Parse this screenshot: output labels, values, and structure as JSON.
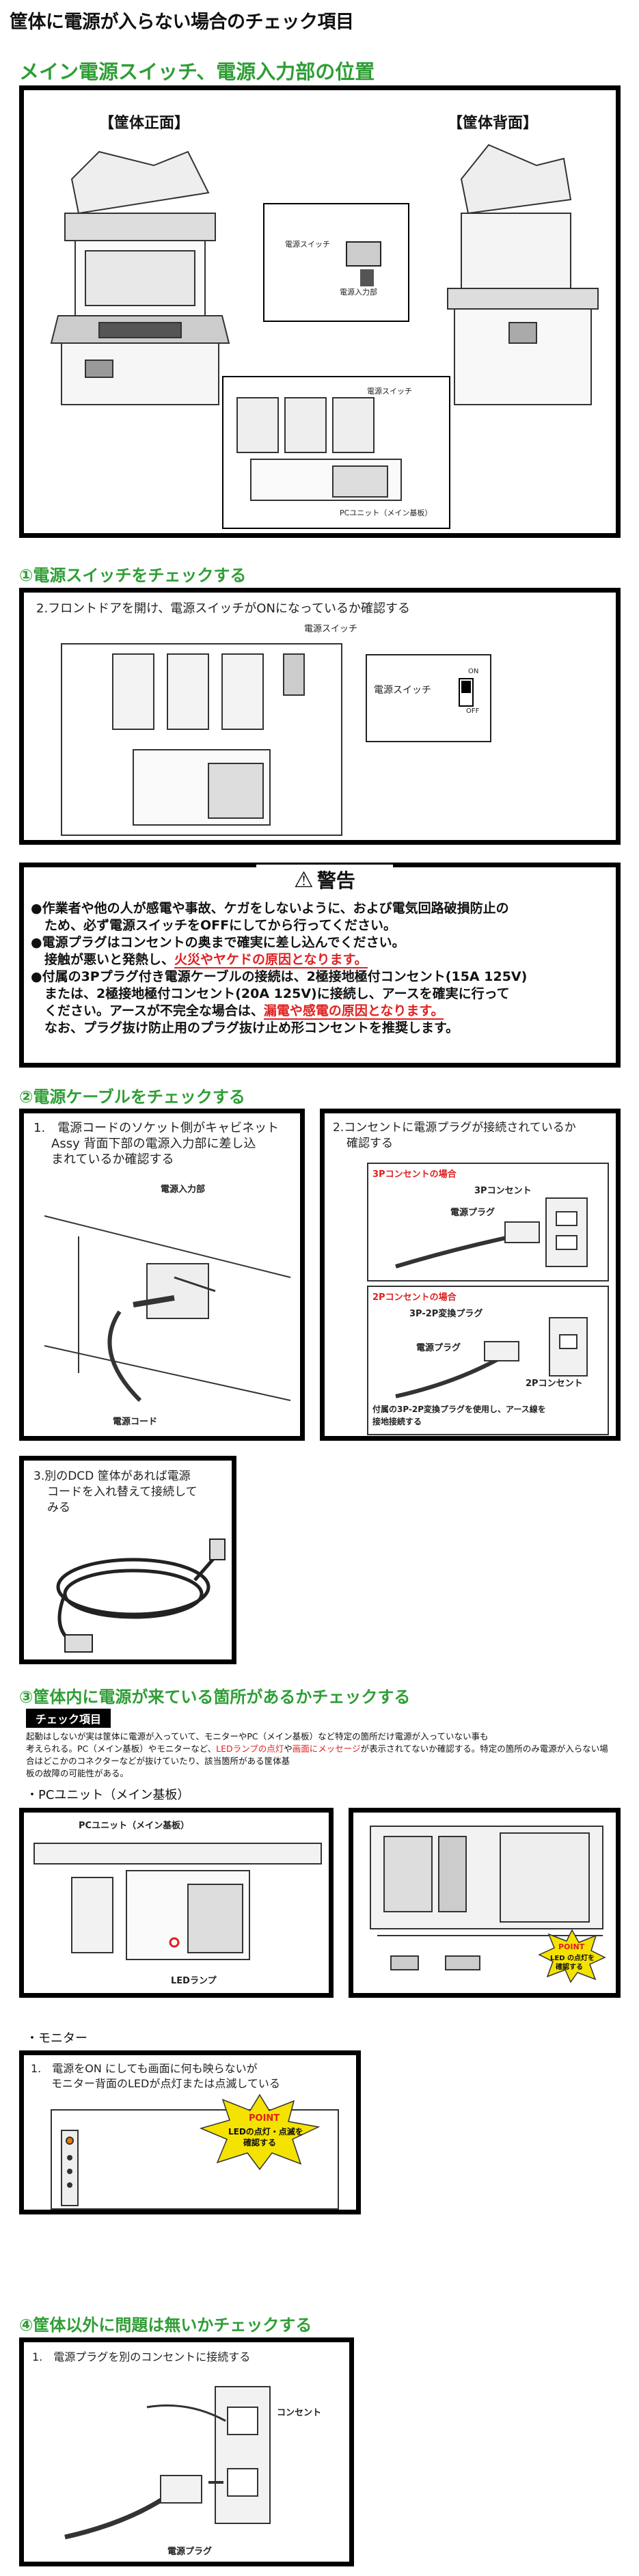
{
  "page_title": "筐体に電源が入らない場合のチェック項目",
  "location_section": {
    "title": "メイン電源スイッチ、電源入力部の位置",
    "front_label": "【筐体正面】",
    "back_label": "【筐体背面】",
    "callouts": {
      "main_switch": "電源スイッチ",
      "power_input": "電源入力部",
      "pc_unit": "PCユニット（メイン基板）"
    }
  },
  "step1": {
    "heading": "①電源スイッチをチェックする",
    "text": "2.フロントドアを開け、電源スイッチがONになっているか確認する",
    "switch_label": "電源スイッチ",
    "switch_label_detail": "電源スイッチ",
    "on": "ON",
    "off": "OFF"
  },
  "warning": {
    "title": "警告",
    "l1": "●作業者や他の人が感電や事故、ケガをしないように、および電気回路破損防止の",
    "l2": "ため、必ず電源スイッチをOFFにしてから行ってください。",
    "l3": "●電源プラグはコンセントの奥まで確実に差し込んでください。",
    "l4a": "接触が悪いと発熱し、",
    "l4b": "火災やヤケドの原因となります。",
    "l5": "●付属の3Pプラグ付き電源ケーブルの接続は、2極接地極付コンセント(15A 125V)",
    "l6": "または、2極接地極付コンセント(20A 125V)に接続し、アースを確実に行って",
    "l7a": "ください。アースが不完全な場合は、",
    "l7b": "漏電や感電の原因となります。",
    "l8": "なお、プラグ抜け防止用のプラグ抜け止め形コンセントを推奨します。"
  },
  "step2": {
    "heading": "②電源ケーブルをチェックする",
    "box1_text": [
      "1.　電源コードのソケット側がキャビネット",
      "Assy 背面下部の電源入力部に差し込",
      "まれているか確認する"
    ],
    "box1_power_input": "電源入力部",
    "box1_cord": "電源コード",
    "box2_text": [
      "2.コンセントに電源プラグが接続されているか",
      "確認する"
    ],
    "p3_header": "3Pコンセントの場合",
    "p3_outlet": "3Pコンセント",
    "p3_plug": "電源プラグ",
    "p2_header": "2Pコンセントの場合",
    "p2_adapter": "3P-2P変換プラグ",
    "p2_plug": "電源プラグ",
    "p2_outlet": "2Pコンセント",
    "p2_note": [
      "付属の3P-2P変換プラグを使用し、アース線を",
      "接地接続する"
    ],
    "box3_text": [
      "3.別のDCD 筐体があれば電源",
      "コードを入れ替えて接続して",
      "みる"
    ]
  },
  "step3": {
    "heading": "③筐体内に電源が来ている箇所があるかチェックする",
    "badge": "チェック項目",
    "para1": "起動はしないが実は筐体に電源が入っていて、モニターやPC（メイン基板）など特定の箇所だけ電源が入っていない事も",
    "para2a": "考えられる。PC（メイン基板）やモニターなど、",
    "para2b": "LEDランプの点灯",
    "para2c": "や",
    "para2d": "画面にメッセージ",
    "para2e": "が表示されてないか確認する。特定の箇所のみ電源が入らない場合はどこかのコネクターなどが抜けていたり、該当箇所がある筐体基",
    "para3": "板の故障の可能性がある。",
    "sub_pc": "・PCユニット（メイン基板）",
    "pc_unit_label": "PCユニット（メイン基板）",
    "led_lamp": "LEDランプ",
    "point_pc_title": "POINT",
    "point_pc_l1": "LED の点灯を",
    "point_pc_l2": "確認する",
    "sub_monitor": "・モニター",
    "monitor_text": [
      "1.　電源をON にしても画面に何も映らないが",
      "モニター背面のLEDが点灯または点滅している"
    ],
    "point_mon_title": "POINT",
    "point_mon_l1": "LEDの点灯・点滅を",
    "point_mon_l2": "確認する"
  },
  "step4": {
    "heading": "④筐体以外に問題は無いかチェックする",
    "text": "1.　電源プラグを別のコンセントに接続する",
    "outlet": "コンセント",
    "plug": "電源プラグ"
  },
  "colors": {
    "heading_green": "#2e9e35",
    "warning_red": "#e02020",
    "point_yellow": "#f4e200"
  }
}
